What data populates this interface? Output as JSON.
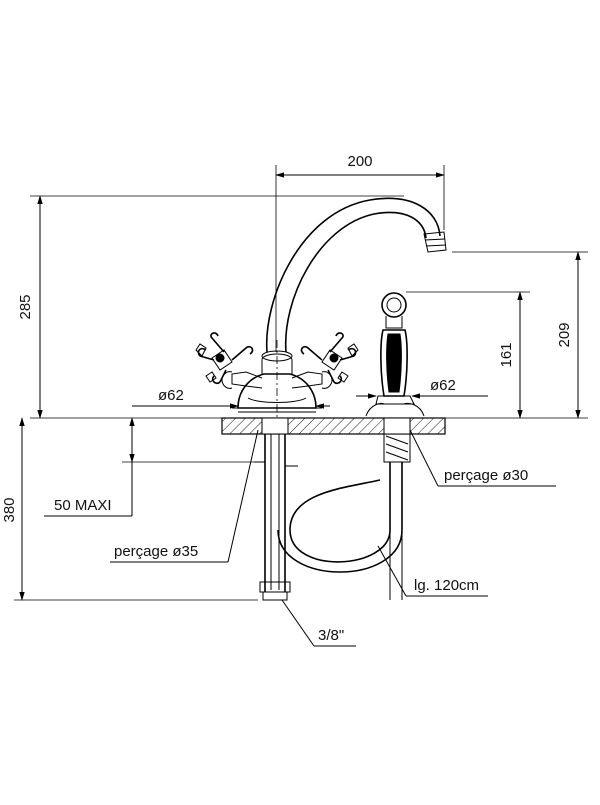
{
  "dimensions": {
    "spout_reach": "200",
    "total_height": "285",
    "shower_height_161": "161",
    "spout_outlet_height": "209",
    "base_diameter_left": "ø62",
    "base_diameter_right": "ø62",
    "deck_thickness_max": "50 MAXI",
    "under_deck_length": "380",
    "hole_left": "perçage ø35",
    "hole_right": "perçage ø30",
    "hose_length": "lg. 120cm",
    "connection_size": "3/8\""
  }
}
